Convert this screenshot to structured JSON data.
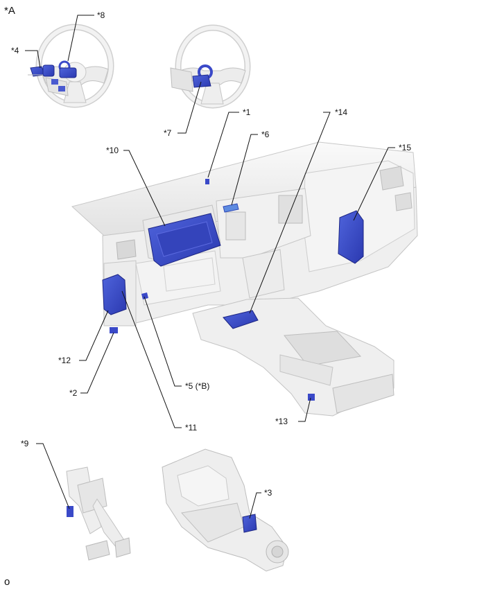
{
  "view_label": "*A",
  "footer_mark": "o",
  "callouts": {
    "c1": "*1",
    "c2": "*2",
    "c3": "*3",
    "c4": "*4",
    "c5": "*5 (*B)",
    "c6": "*6",
    "c7": "*7",
    "c8": "*8",
    "c9": "*9",
    "c10": "*10",
    "c11": "*11",
    "c12": "*12",
    "c13": "*13",
    "c14": "*14",
    "c15": "*15"
  },
  "colors": {
    "highlight": "#3a49c8",
    "highlight_light": "#5e8be0",
    "part_fill": "#f1f1f1",
    "part_stroke": "#c4c4c4",
    "leader": "#111111"
  }
}
